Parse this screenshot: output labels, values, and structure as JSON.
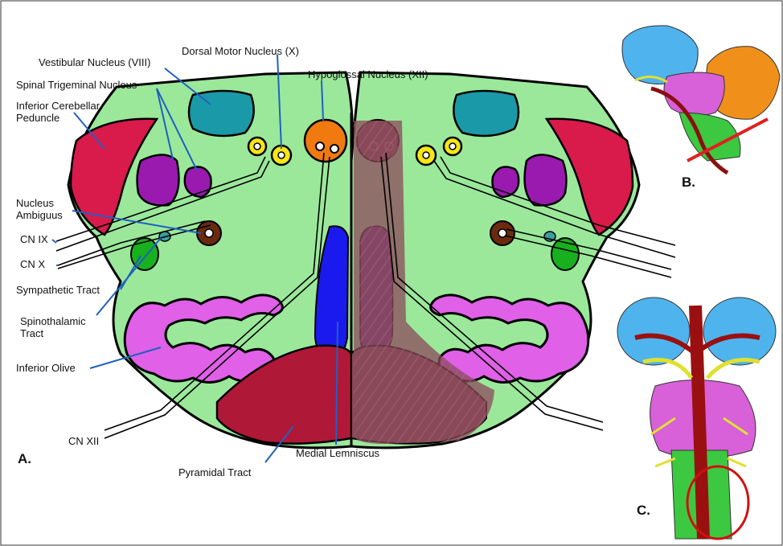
{
  "labels": {
    "dorsal_motor": "Dorsal Motor Nucleus (X)",
    "vestibular": "Vestibular Nucleus (VIII)",
    "spinal_trigeminal": "Spinal Trigeminal Nucleus",
    "inf_cerebellar_1": "Inferior Cerebellar",
    "inf_cerebellar_2": "Peduncle",
    "hypoglossal": "Hypoglossal Nucleus (XII)",
    "ambiguus_1": "Nucleus",
    "ambiguus_2": "Ambiguus",
    "cn_ix": "CN IX",
    "cn_x": "CN X",
    "sympathetic": "Sympathetic Tract",
    "spinothalamic_1": "Spinothalamic",
    "spinothalamic_2": "Tract",
    "inferior_olive": "Inferior Olive",
    "cn_xii": "CN XII",
    "pyramidal": "Pyramidal Tract",
    "medial_lemniscus": "Medial Lemniscus"
  },
  "panels": {
    "a": "A.",
    "b": "B.",
    "c": "C."
  },
  "colors": {
    "medulla_fill": "#9be89b",
    "cerebellar_peduncle": "#d81b4a",
    "vestibular": "#1a9aa8",
    "spinal_trigeminal": "#9a1ab0",
    "hypoglossal": "#f07a10",
    "dorsal_motor": "#f5e614",
    "ambiguus": "#6b2a0e",
    "sympathetic": "#18b01e",
    "spinothalamic": "#3aa0a0",
    "olive": "#e060e8",
    "lemniscus": "#1a1aee",
    "pyramid": "#b01838",
    "lesion": "#8a4a5a",
    "leader_line": "#2060c0"
  }
}
